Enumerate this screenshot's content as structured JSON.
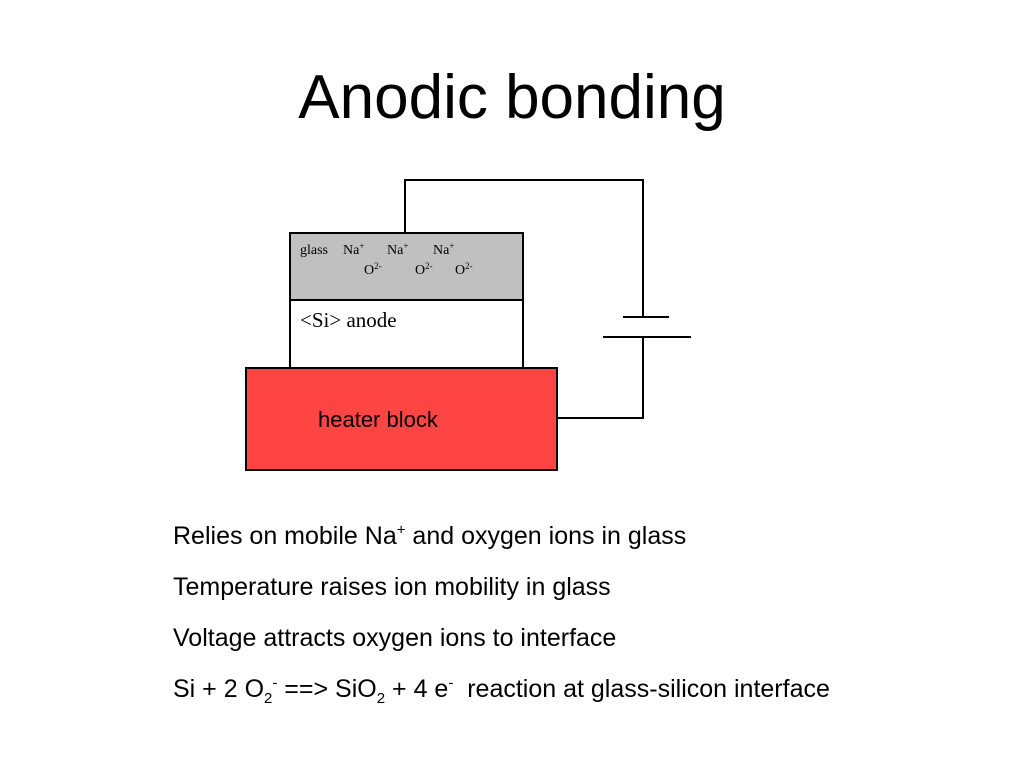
{
  "title": "Anodic bonding",
  "diagram": {
    "glass_label": "glass",
    "na_ion": "Na",
    "na_charge": "+",
    "o_ion": "O",
    "o_charge": "2-",
    "anode_label": "<Si> anode",
    "heater_label": "heater block",
    "colors": {
      "glass_fill": "#c0c0c0",
      "heater_fill": "#ff4444",
      "stroke": "#000000"
    }
  },
  "bullets": {
    "b1": {
      "pre": "Relies on mobile Na",
      "sup": "+",
      "post": " and oxygen ions in glass"
    },
    "b2": {
      "text": "Temperature raises ion mobility in glass"
    },
    "b3": {
      "text": "Voltage attracts oxygen ions to interface"
    },
    "b4": {
      "p1": "Si + 2 O",
      "sub1": "2",
      "sup1": "-",
      "p2": " ==> SiO",
      "sub2": "2",
      "p3": " + 4 e",
      "sup2": "-",
      "p4": "  reaction at glass-silicon interface"
    }
  }
}
